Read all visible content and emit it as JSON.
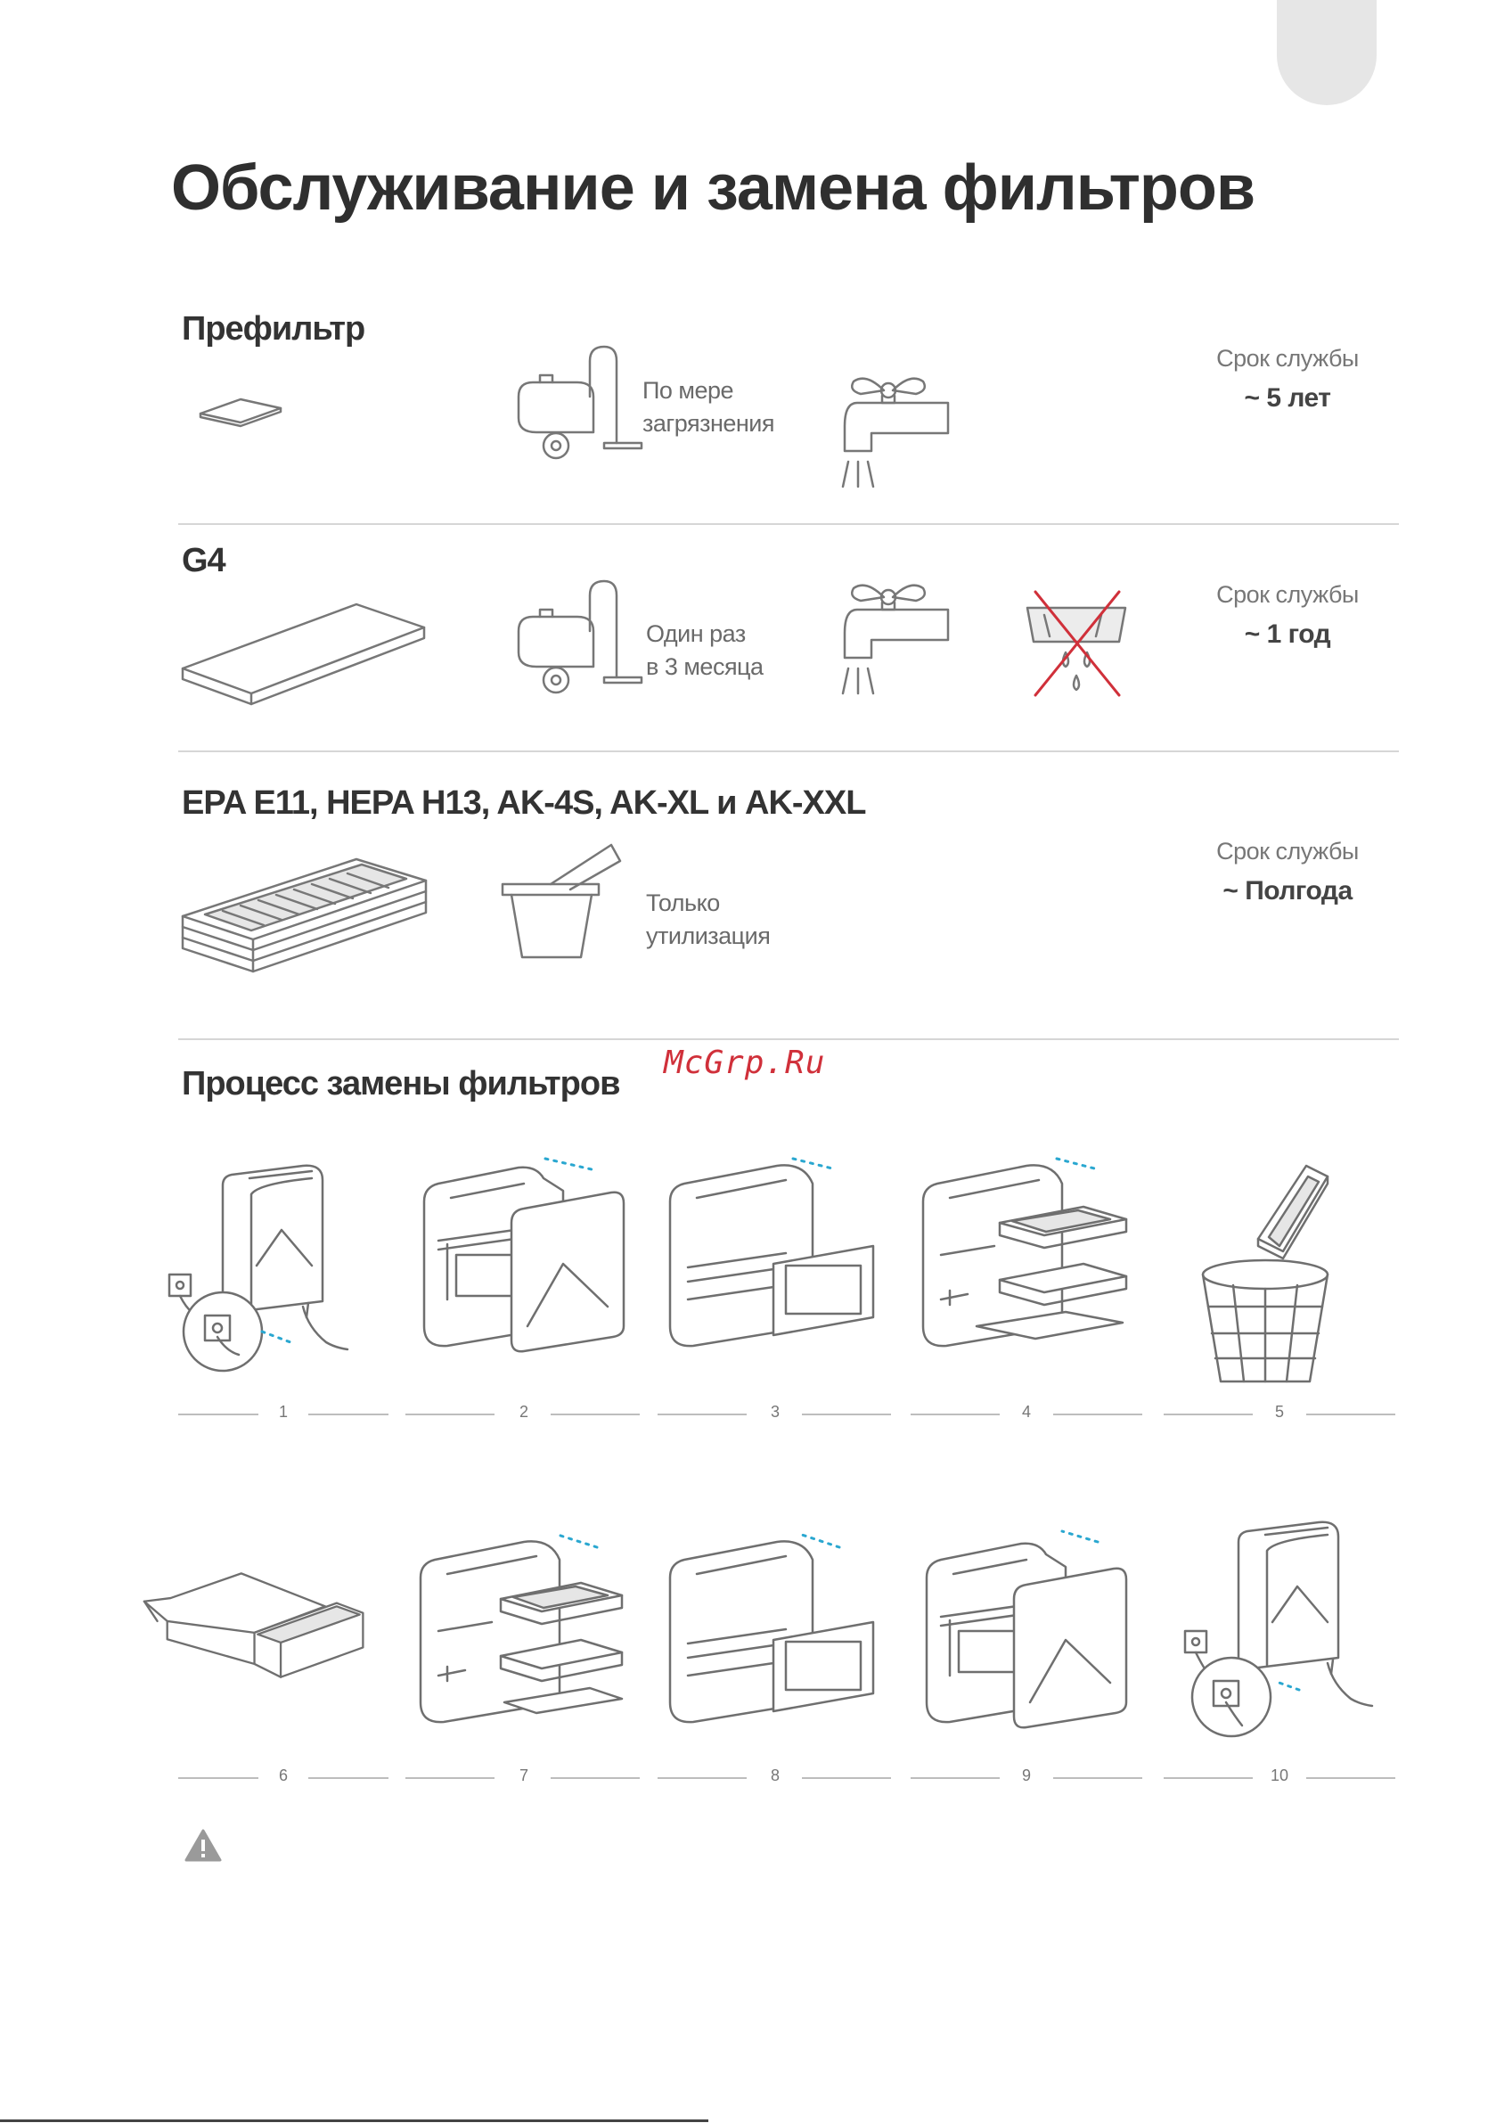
{
  "page": {
    "title": "Обслуживание и замена фильтров"
  },
  "sections": [
    {
      "name": "Префильтр",
      "note": [
        "По мере",
        "загрязнения"
      ],
      "life_label": "Срок службы",
      "life_value": "~ 5 лет"
    },
    {
      "name": "G4",
      "note": [
        "Один раз",
        "в 3 месяца"
      ],
      "life_label": "Срок службы",
      "life_value": "~ 1 год"
    },
    {
      "name": "EPA E11, HEPA H13, AK-4S, AK-XL и AK-XXL",
      "note": [
        "Только",
        "утилизация"
      ],
      "life_label": "Срок службы",
      "life_value": "~ Полгода"
    }
  ],
  "process": {
    "title": "Процесс замены фильтров",
    "steps": [
      "1",
      "2",
      "3",
      "4",
      "5",
      "6",
      "7",
      "8",
      "9",
      "10"
    ]
  },
  "watermark": "McGrp.Ru",
  "icons": [
    "vacuum-icon",
    "tap-icon",
    "no-wash-icon",
    "trash-icon",
    "warning-icon"
  ],
  "colors": {
    "arrow_accent": "#2aa7d0",
    "cross_out": "#d0303a",
    "watermark": "#d0303a"
  }
}
